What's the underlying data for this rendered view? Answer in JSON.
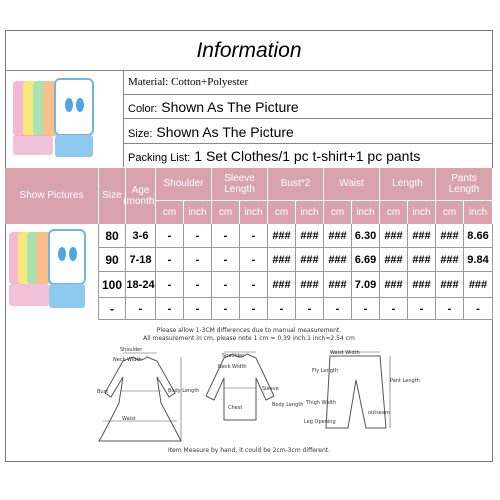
{
  "title": "Information",
  "info": {
    "material_label": "Material:",
    "material_value": "Cotton+Polyester",
    "color_label": "Color:",
    "color_value": "Shown As The Picture",
    "size_label": "Size:",
    "size_value": "Shown As The Picture",
    "packing_label": "Packing List:",
    "packing_value": "1 Set Clothes/1 pc t-shirt+1 pc pants"
  },
  "table": {
    "show_pictures": "Show Pictures",
    "size": "Size",
    "age": "Age (month)",
    "groups": [
      "Shoulder",
      "Sleeve Length",
      "Bust*2",
      "Waist",
      "Length",
      "Pants Length"
    ],
    "units": [
      "cm",
      "inch",
      "cm",
      "inch",
      "cm",
      "inch",
      "cm",
      "inch",
      "cm",
      "inch",
      "cm",
      "inch"
    ],
    "rows": [
      [
        "80",
        "3-6",
        "-",
        "-",
        "-",
        "-",
        "###",
        "###",
        "###",
        "6.30",
        "###",
        "###",
        "###",
        "8.66"
      ],
      [
        "90",
        "7-18",
        "-",
        "-",
        "-",
        "-",
        "###",
        "###",
        "###",
        "6.69",
        "###",
        "###",
        "###",
        "9.84"
      ],
      [
        "100",
        "18-24",
        "-",
        "-",
        "-",
        "-",
        "###",
        "###",
        "###",
        "7.09",
        "###",
        "###",
        "###",
        "###"
      ],
      [
        "-",
        "-",
        "-",
        "-",
        "-",
        "-",
        "-",
        "-",
        "-",
        "-",
        "-",
        "-",
        "-",
        "-"
      ]
    ]
  },
  "notes": {
    "line1": "Please allow 1-3CM differences due to manual measurement.",
    "line2": "All measurement in cm, please note 1 cm = 0.39 inch,1 inch=2.54 cm",
    "bottom": "Item Measure by hand, it could be 2cm-3cm different."
  },
  "diagram_labels": {
    "shoulder": "Shoulder",
    "neck_width": "Neck Width",
    "bust": "Bust",
    "waist": "Waist",
    "body_length": "Body Length",
    "chest": "Chest",
    "sleeve": "Sleeve",
    "waist_width": "Waist Width",
    "fly_length": "Fly Length",
    "pant_length": "Pant Length",
    "thigh_width": "Thigh Width",
    "outseam": "outseam",
    "leg_opening": "Leg Opening"
  },
  "colors": {
    "header_bg": "#d9a3ad",
    "grid": "#888888"
  }
}
